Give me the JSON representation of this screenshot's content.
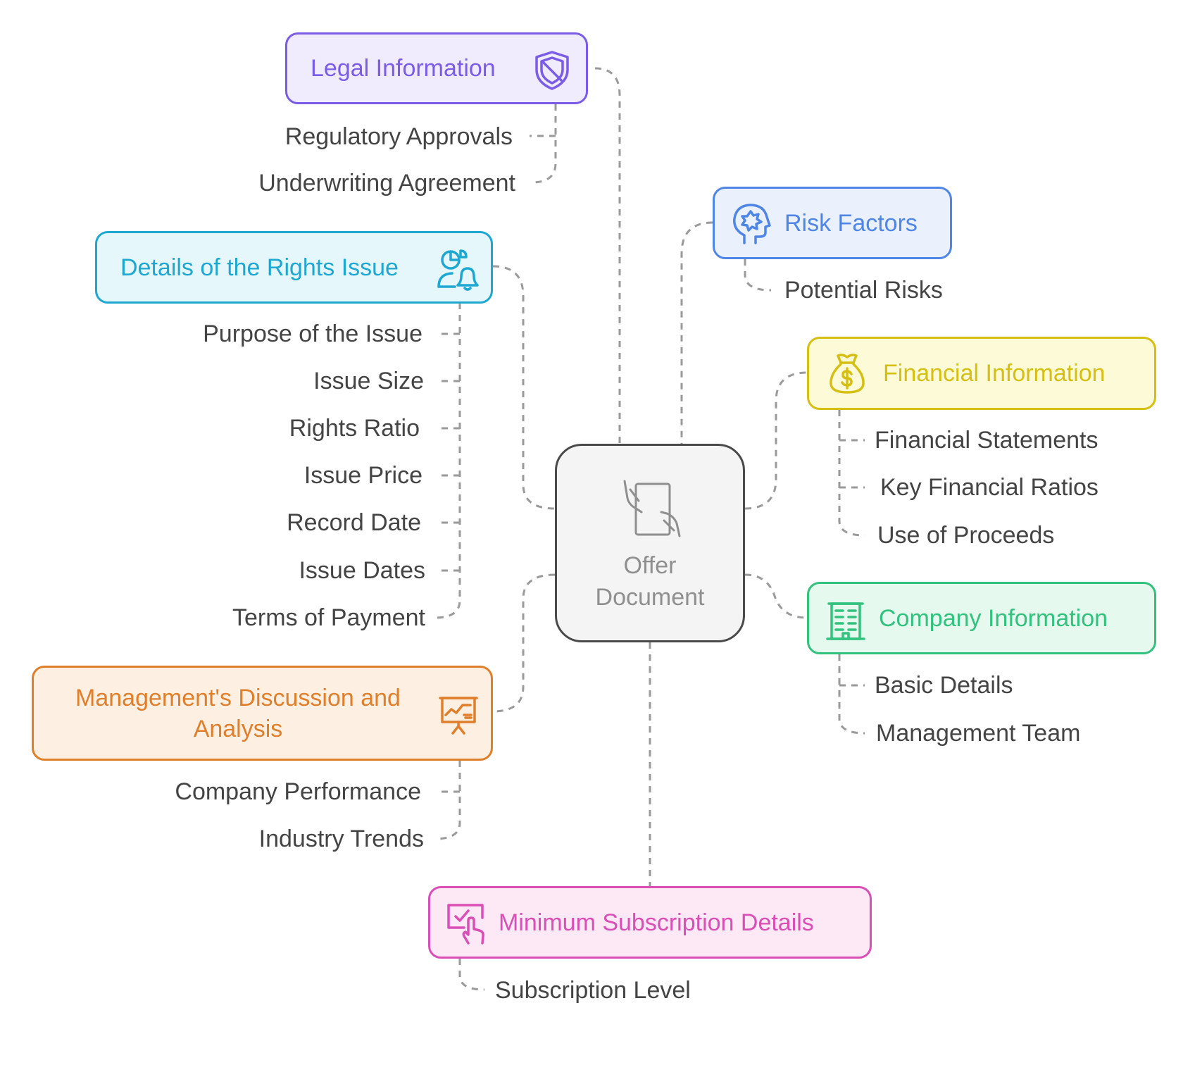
{
  "center": {
    "title_line1": "Offer",
    "title_line2": "Document",
    "icon": "document-hands-icon"
  },
  "colors": {
    "legal": "#7b5ce6",
    "risk": "#4f86e6",
    "rights": "#1ea8d1",
    "financial": "#d6bf13",
    "company": "#33c27e",
    "management": "#e07f2b",
    "minimum": "#d94fb6",
    "connector": "#9a9a9a"
  },
  "branches": {
    "legal": {
      "title": "Legal Information",
      "icon": "shield-icon",
      "items": [
        "Regulatory Approvals",
        "Underwriting Agreement"
      ]
    },
    "risk": {
      "title": "Risk Factors",
      "icon": "brain-head-icon",
      "items": [
        "Potential Risks"
      ]
    },
    "rights": {
      "title": "Details of the Rights Issue",
      "icon": "user-pie-bell-icon",
      "items": [
        "Purpose of the Issue",
        "Issue Size",
        "Rights Ratio",
        "Issue Price",
        "Record Date",
        "Issue Dates",
        "Terms of Payment"
      ]
    },
    "financial": {
      "title": "Financial Information",
      "icon": "money-bag-icon",
      "items": [
        "Financial Statements",
        "Key Financial Ratios",
        "Use of Proceeds"
      ]
    },
    "company": {
      "title": "Company Information",
      "icon": "building-icon",
      "items": [
        "Basic Details",
        "Management Team"
      ]
    },
    "management": {
      "title_line1": "Management's Discussion and",
      "title_line2": "Analysis",
      "icon": "presentation-chart-icon",
      "items": [
        "Company Performance",
        "Industry Trends"
      ]
    },
    "minimum": {
      "title": "Minimum Subscription Details",
      "icon": "touch-screen-check-icon",
      "items": [
        "Subscription Level"
      ]
    }
  }
}
